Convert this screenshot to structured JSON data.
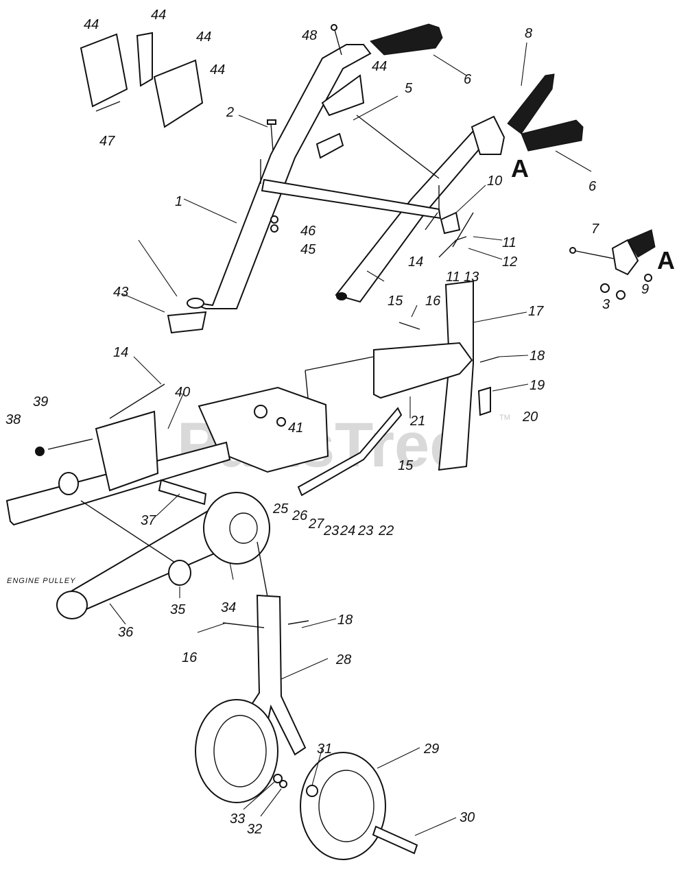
{
  "watermark": {
    "text": "PartsTree",
    "trademark": "TM"
  },
  "labels": {
    "engine_pulley": "ENGINE PULLEY",
    "ref_a": "A"
  },
  "callouts": [
    "1",
    "2",
    "3",
    "5",
    "6",
    "7",
    "8",
    "9",
    "10",
    "11",
    "12",
    "13",
    "14",
    "15",
    "16",
    "17",
    "18",
    "19",
    "20",
    "21",
    "22",
    "23",
    "24",
    "25",
    "26",
    "27",
    "28",
    "29",
    "30",
    "31",
    "32",
    "33",
    "34",
    "35",
    "36",
    "37",
    "38",
    "39",
    "40",
    "41",
    "43",
    "44",
    "45",
    "46",
    "47",
    "48"
  ]
}
